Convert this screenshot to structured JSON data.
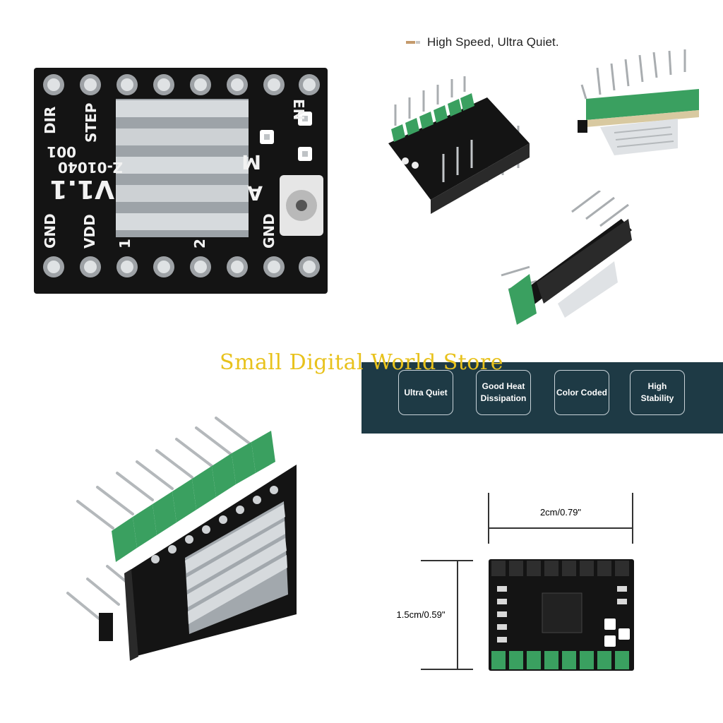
{
  "tagline": {
    "text": "High Speed, Ultra Quiet.",
    "mark_colors": [
      "#c49a6c",
      "#c8c8c8"
    ]
  },
  "watermark": {
    "text": "Small Digital World Store",
    "color": "#e8c21c"
  },
  "banner": {
    "background": "#1e3a45",
    "features": [
      {
        "label": "Ultra Quiet"
      },
      {
        "label": "Good Heat\nDissipation"
      },
      {
        "label": "Color Coded"
      },
      {
        "label": "High\nStability"
      }
    ]
  },
  "board_silkscreen": {
    "dir": "DIR",
    "step": "STEP",
    "gnd": "GND",
    "vdd": "VDD",
    "en": "EN",
    "version": "V1.1",
    "code": "Z-01040",
    "rev": "001",
    "m": "M",
    "a": "A",
    "pin1": "1",
    "pin2": "2",
    "gnd2": "GND"
  },
  "dimensions": {
    "width": "2cm/0.79\"",
    "height": "1.5cm/0.59\""
  },
  "colors": {
    "pcb": "#141414",
    "header_green": "#3aa060",
    "heatsink": "#c4c8cc",
    "dim_line": "#333333"
  }
}
